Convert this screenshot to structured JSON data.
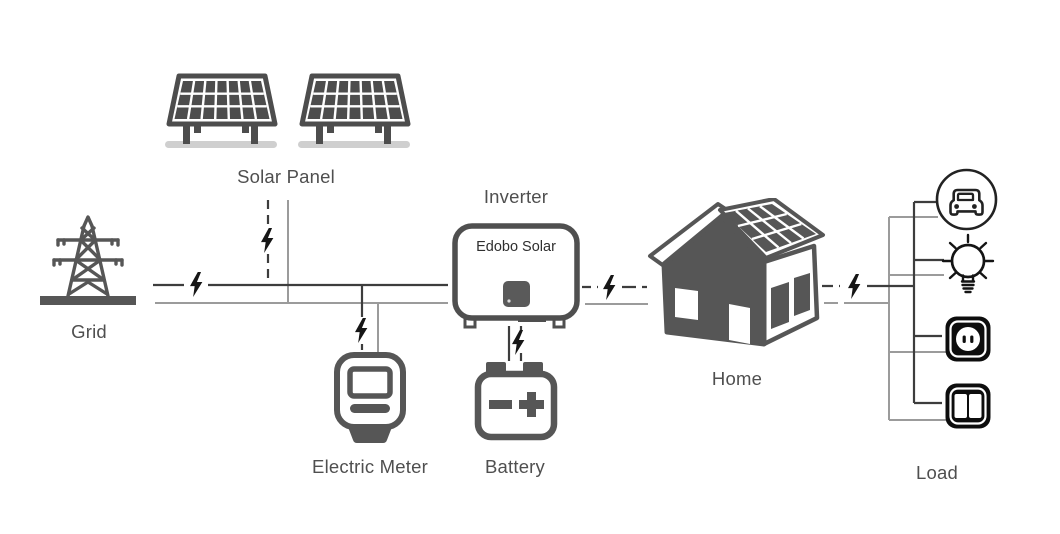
{
  "diagram": {
    "type": "solar-energy-system-schematic",
    "labels": {
      "solar_panel": "Solar Panel",
      "grid": "Grid",
      "inverter": "Inverter",
      "electric_meter": "Electric Meter",
      "battery": "Battery",
      "home": "Home",
      "load": "Load"
    },
    "inverter_brand": "Edobo Solar",
    "nodes": [
      {
        "id": "solar_panel",
        "icon": "solar-panel-icon"
      },
      {
        "id": "grid",
        "icon": "transmission-tower-icon"
      },
      {
        "id": "inverter",
        "icon": "inverter-box-icon"
      },
      {
        "id": "electric_meter",
        "icon": "electric-meter-icon"
      },
      {
        "id": "battery",
        "icon": "battery-icon"
      },
      {
        "id": "home",
        "icon": "house-icon"
      },
      {
        "id": "load",
        "icon": "load-group"
      }
    ],
    "load_devices": [
      "ev-car-icon",
      "light-bulb-icon",
      "power-outlet-icon",
      "switch-icon"
    ],
    "energy_flow_bolts": [
      "grid-to-bus",
      "solar-to-bus",
      "bus-to-meter",
      "inverter-to-battery",
      "inverter-to-home",
      "home-to-load"
    ],
    "colors": {
      "background": "#ffffff",
      "dark_line": "#3d3d3d",
      "gray_line": "#9b9b9b",
      "icon_gray": "#565656",
      "icon_black": "#111111",
      "bolt": "#161616",
      "ground_bar": "#cfcfcf",
      "text": "#4f4f4f"
    }
  }
}
